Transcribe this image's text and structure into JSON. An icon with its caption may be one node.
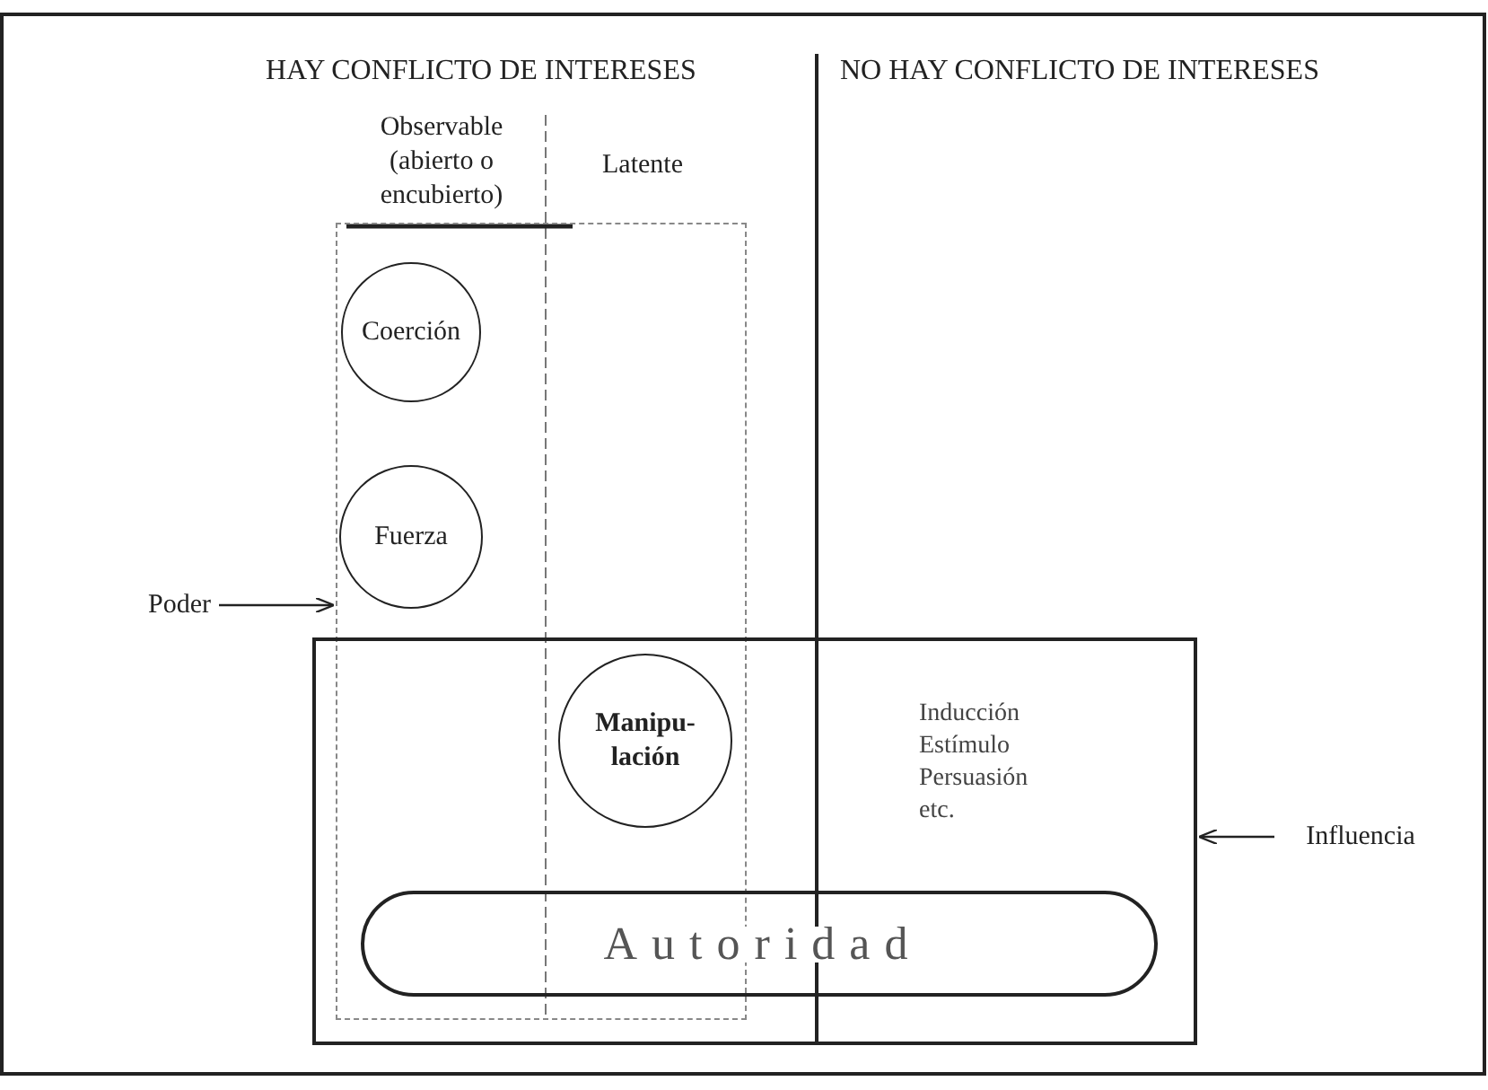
{
  "diagram": {
    "nodes": [
      {
        "text": [],
        "shape": "box"
      },
      {
        "text": [
          "Coerción"
        ],
        "in": 0
      },
      {
        "text": [
          "Fuerza"
        ],
        "in": 0
      },
      {
        "text": [
          "Inducción Estímulo Persuasión etc."
        ]
      },
      {
        "text": [
          "Manipu- lación"
        ]
      },
      {
        "text": [
          "Autoridad"
        ],
        "in": 3
      },
      {
        "text": [
          "Poder"
        ]
      },
      {
        "text": [
          "Influencia"
        ]
      }
    ],
    "edges": [
      {
        "from": 6,
        "to": 0,
        "arrow": "to"
      },
      {
        "from": 7,
        "to": 3,
        "arrow": "to"
      }
    ],
    "labels": [
      "HAY CONFLICTO DE INTERESES",
      "NO HAY CONFLICTO DE INTERESES",
      "Observable (abierto o encubierto)",
      "Latente"
    ]
  }
}
